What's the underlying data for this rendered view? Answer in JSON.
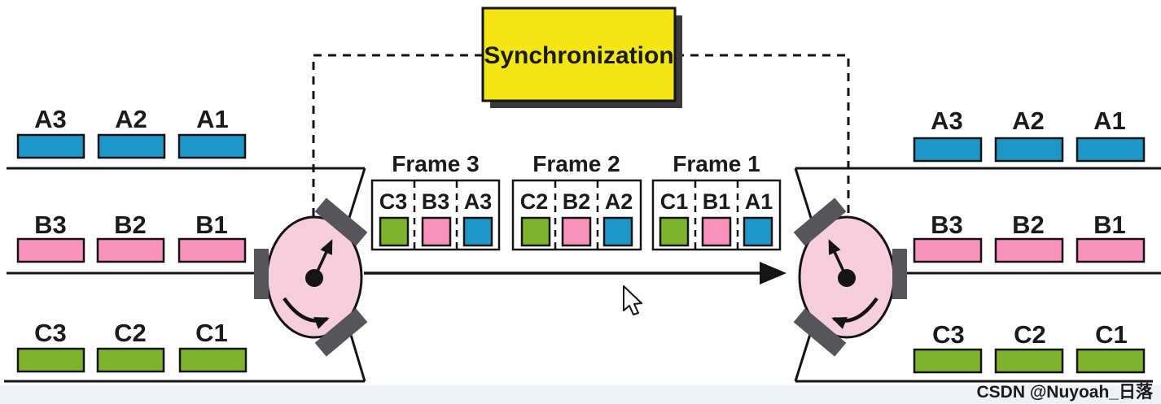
{
  "sync": {
    "label": "Synchronization"
  },
  "left_streams": {
    "rows": [
      {
        "stream": "A",
        "labels": [
          "A3",
          "A2",
          "A1"
        ]
      },
      {
        "stream": "B",
        "labels": [
          "B3",
          "B2",
          "B1"
        ]
      },
      {
        "stream": "C",
        "labels": [
          "C3",
          "C2",
          "C1"
        ]
      }
    ]
  },
  "right_streams": {
    "rows": [
      {
        "stream": "A",
        "labels": [
          "A3",
          "A2",
          "A1"
        ]
      },
      {
        "stream": "B",
        "labels": [
          "B3",
          "B2",
          "B1"
        ]
      },
      {
        "stream": "C",
        "labels": [
          "C3",
          "C2",
          "C1"
        ]
      }
    ]
  },
  "frames": [
    {
      "title": "Frame 3",
      "slots": [
        {
          "label": "C3"
        },
        {
          "label": "B3"
        },
        {
          "label": "A3"
        }
      ]
    },
    {
      "title": "Frame 2",
      "slots": [
        {
          "label": "C2"
        },
        {
          "label": "B2"
        },
        {
          "label": "A2"
        }
      ]
    },
    {
      "title": "Frame 1",
      "slots": [
        {
          "label": "C1"
        },
        {
          "label": "B1"
        },
        {
          "label": "A1"
        }
      ]
    }
  ],
  "watermark": {
    "text": "CSDN @Nuyoah_日落"
  },
  "colors": {
    "stream_a_blue": "#1e96c8",
    "stream_b_pink": "#f992bd",
    "stream_c_green": "#7fb32e",
    "mux_body_pink": "#f7cedb",
    "pad_gray": "#55555a",
    "sync_box_yellow": "#f3e614",
    "sync_box_shadow": "#3a3a3e",
    "line_black": "#141414",
    "watermark_blue": "#a9b6e6",
    "footer_band": "#edf1f8"
  }
}
